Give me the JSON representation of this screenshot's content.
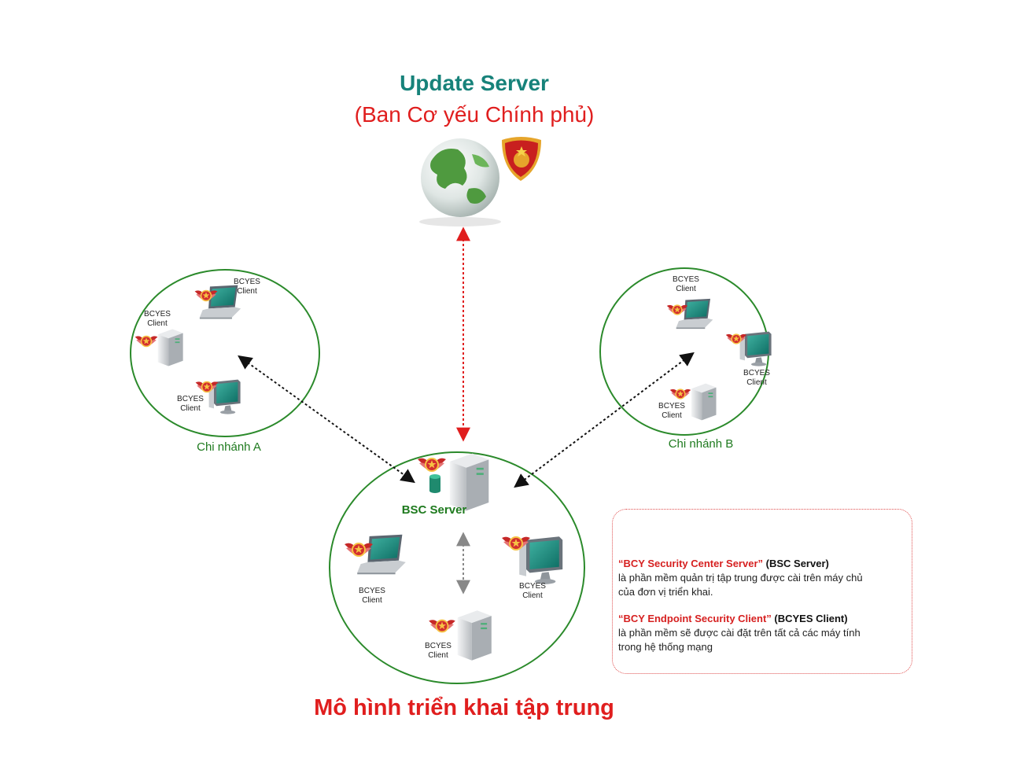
{
  "update_server": {
    "title": "Update Server",
    "subtitle": "(Ban Cơ yếu Chính phủ)",
    "globe_icon": "globe-icon",
    "emblem_icon": "bcy-emblem-icon"
  },
  "branch_a": {
    "label": "Chi nhánh A",
    "clients": [
      {
        "line1": "BCYES",
        "line2": "Client",
        "device": "laptop-icon"
      },
      {
        "line1": "BCYES",
        "line2": "Client",
        "device": "server-tower-icon"
      },
      {
        "line1": "BCYES",
        "line2": "Client",
        "device": "desktop-monitor-icon"
      }
    ]
  },
  "branch_b": {
    "label": "Chi nhánh B",
    "clients": [
      {
        "line1": "BCYES",
        "line2": "Client",
        "device": "laptop-icon"
      },
      {
        "line1": "BCYES",
        "line2": "Client",
        "device": "desktop-monitor-icon"
      },
      {
        "line1": "BCYES",
        "line2": "Client",
        "device": "server-tower-icon"
      }
    ]
  },
  "central": {
    "server_label": "BSC Server",
    "server_icon": "server-tower-icon",
    "database_icon": "database-icon",
    "clients": [
      {
        "line1": "BCYES",
        "line2": "Client",
        "device": "laptop-icon"
      },
      {
        "line1": "BCYES",
        "line2": "Client",
        "device": "desktop-monitor-icon"
      },
      {
        "line1": "BCYES",
        "line2": "Client",
        "device": "server-tower-icon"
      }
    ]
  },
  "legend": {
    "server_name": "“BCY Security Center Server”",
    "server_abbr": "(BSC Server)",
    "server_desc_1": "là phần mềm quản trị tập trung được cài trên máy chủ",
    "server_desc_2": "của đơn vị triển khai.",
    "client_name": "“BCY Endpoint Security Client”",
    "client_abbr": "(BCYES Client)",
    "client_desc_1": "là phần mềm sẽ được cài đặt trên tất cả các máy tính",
    "client_desc_2": "trong hệ thống mạng"
  },
  "caption": "Mô hình triển khai tập trung",
  "colors": {
    "title_teal": "#17827a",
    "red": "#e01e1e",
    "green": "#1e7a1e",
    "circle": "#2b8a2b",
    "arrow_black": "#111111",
    "arrow_gray": "#888888"
  }
}
